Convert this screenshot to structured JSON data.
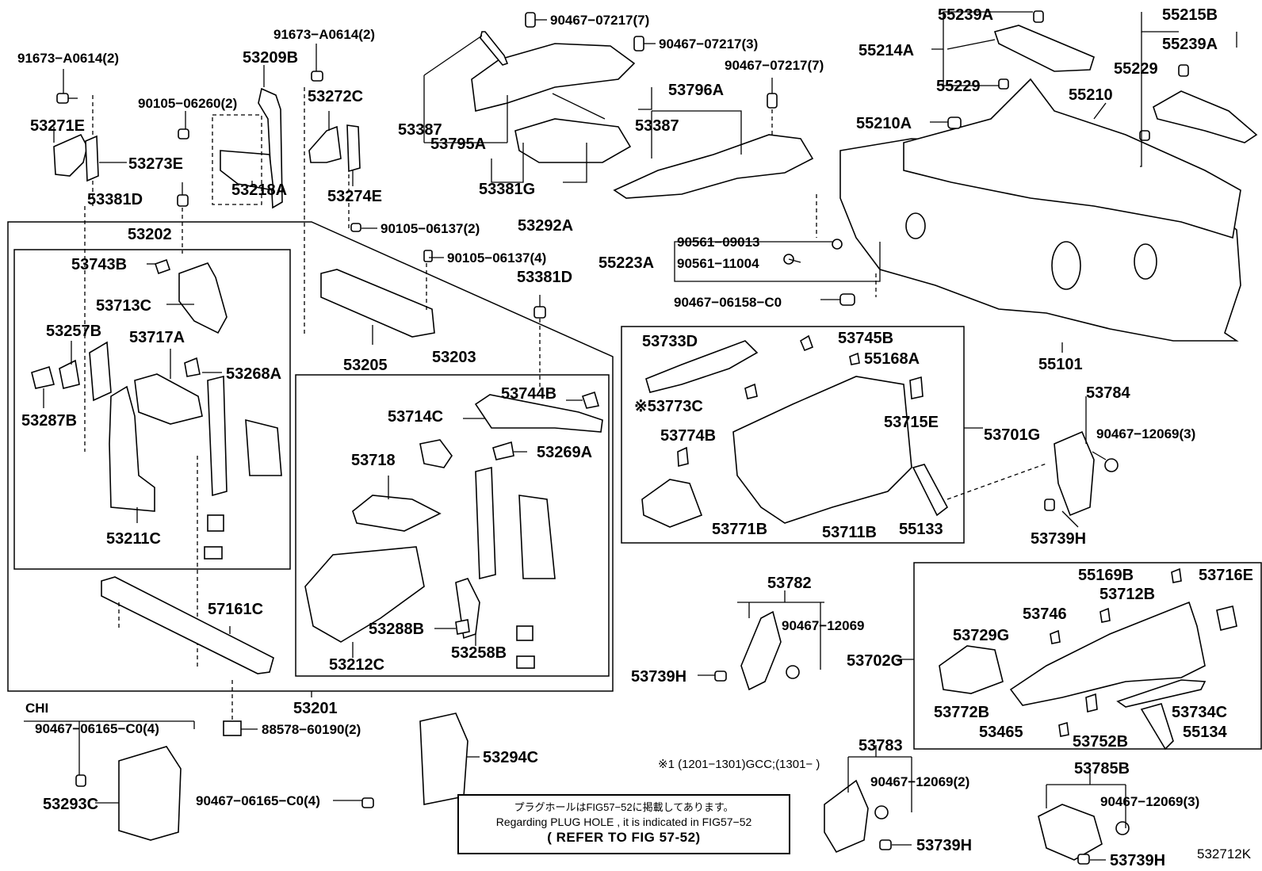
{
  "figure_id": "532712K",
  "note": {
    "line1": "プラグホールはFIG57−52に掲載してあります。",
    "line2": "Regarding  PLUG  HOLE , it  is  indicated  in  FIG57−52",
    "line3": "( REFER  TO  FIG  57-52)"
  },
  "footnote": "※1 (1201−1301)GCC;(1301−      )",
  "group_label": "CHI",
  "labels": {
    "p91673a": "91673−A0614(2)",
    "p91673b": "91673−A0614(2)",
    "p53209B": "53209B",
    "p90105_06260": "90105−06260(2)",
    "p53272C": "53272C",
    "p53271E": "53271E",
    "p53273E": "53273E",
    "p53218A": "53218A",
    "p53274E": "53274E",
    "p53381Da": "53381D",
    "p53202": "53202",
    "p53743B": "53743B",
    "p53713C": "53713C",
    "p53257B": "53257B",
    "p53717A": "53717A",
    "p53268A": "53268A",
    "p53287B": "53287B",
    "p53211C": "53211C",
    "p90105_06137_2": "90105−06137(2)",
    "p90105_06137_4": "90105−06137(4)",
    "p53205": "53205",
    "p53203": "53203",
    "p53381Db": "53381D",
    "p53714C": "53714C",
    "p53744B": "53744B",
    "p53718": "53718",
    "p53269A": "53269A",
    "p53288B": "53288B",
    "p53258B": "53258B",
    "p53212C": "53212C",
    "p57161C": "57161C",
    "p53201": "53201",
    "p88578": "88578−60190(2)",
    "p90467_06165a": "90467−06165−C0(4)",
    "p53293C": "53293C",
    "p90467_06165b": "90467−06165−C0(4)",
    "p53294C": "53294C",
    "p90467_07217_7a": "90467−07217(7)",
    "p90467_07217_3": "90467−07217(3)",
    "p90467_07217_7b": "90467−07217(7)",
    "p53387a": "53387",
    "p53795A": "53795A",
    "p53381G": "53381G",
    "p53292A": "53292A",
    "p53796A": "53796A",
    "p53387b": "53387",
    "p55239Aa": "55239A",
    "p55214A": "55214A",
    "p55229a": "55229",
    "p55215B": "55215B",
    "p55239Ab": "55239A",
    "p55229b": "55229",
    "p55210": "55210",
    "p55210A": "55210A",
    "p90561_09013": "90561−09013",
    "p55223A": "55223A",
    "p90561_11004": "90561−11004",
    "p90467_06158": "90467−06158−C0",
    "p55101": "55101",
    "p53733D": "53733D",
    "p53745B": "53745B",
    "p55168A": "55168A",
    "p53773C": "※53773C",
    "p53715E": "53715E",
    "p53774B": "53774B",
    "p53701G": "53701G",
    "p53771B": "53771B",
    "p53711B": "53711B",
    "p55133": "55133",
    "p53784": "53784",
    "p90467_12069_3a": "90467−12069(3)",
    "p53739Ha": "53739H",
    "p53782": "53782",
    "p90467_12069": "90467−12069",
    "p53739Hb": "53739H",
    "p55169B": "55169B",
    "p53716E": "53716E",
    "p53712B": "53712B",
    "p53746": "53746",
    "p53729G": "53729G",
    "p53702G": "53702G",
    "p53772B": "53772B",
    "p53734C": "53734C",
    "p53465": "53465",
    "p53752B": "53752B",
    "p55134": "55134",
    "p53783": "53783",
    "p90467_12069_2": "90467−12069(2)",
    "p53739Hc": "53739H",
    "p53785B": "53785B",
    "p90467_12069_3b": "90467−12069(3)",
    "p53739Hd": "53739H"
  }
}
